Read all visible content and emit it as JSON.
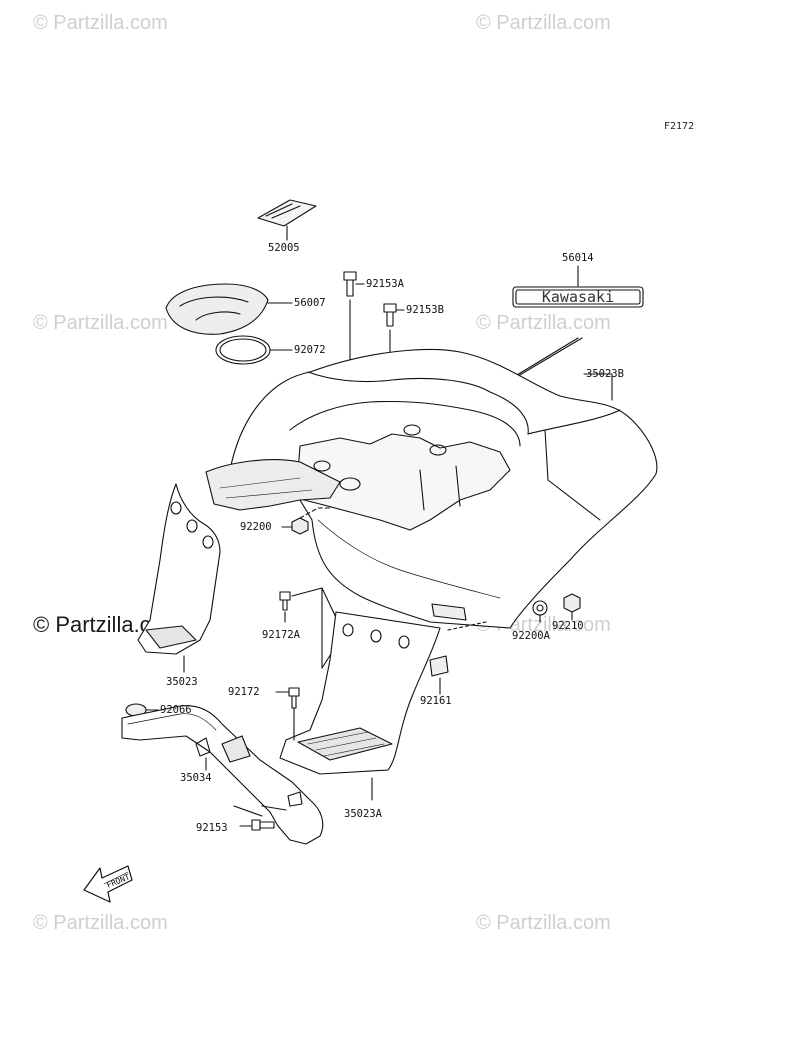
{
  "diagram": {
    "reference_code": "F2172",
    "watermark_text": "© Partzilla.com",
    "part_labels": {
      "p52005": "52005",
      "p56007": "56007",
      "p92072": "92072",
      "p92153A": "92153A",
      "p92153B": "92153B",
      "p56014": "56014",
      "p35023B": "35023B",
      "p92200": "92200",
      "p92172A": "92172A",
      "p92200A": "92200A",
      "p92210": "92210",
      "p35023": "35023",
      "p92172": "92172",
      "p92161": "92161",
      "p92066": "92066",
      "p35034": "35034",
      "p92153": "92153",
      "p35023A": "35023A"
    },
    "emblem_text": "Kawasaki",
    "direction_arrow_text": "FRONT"
  }
}
